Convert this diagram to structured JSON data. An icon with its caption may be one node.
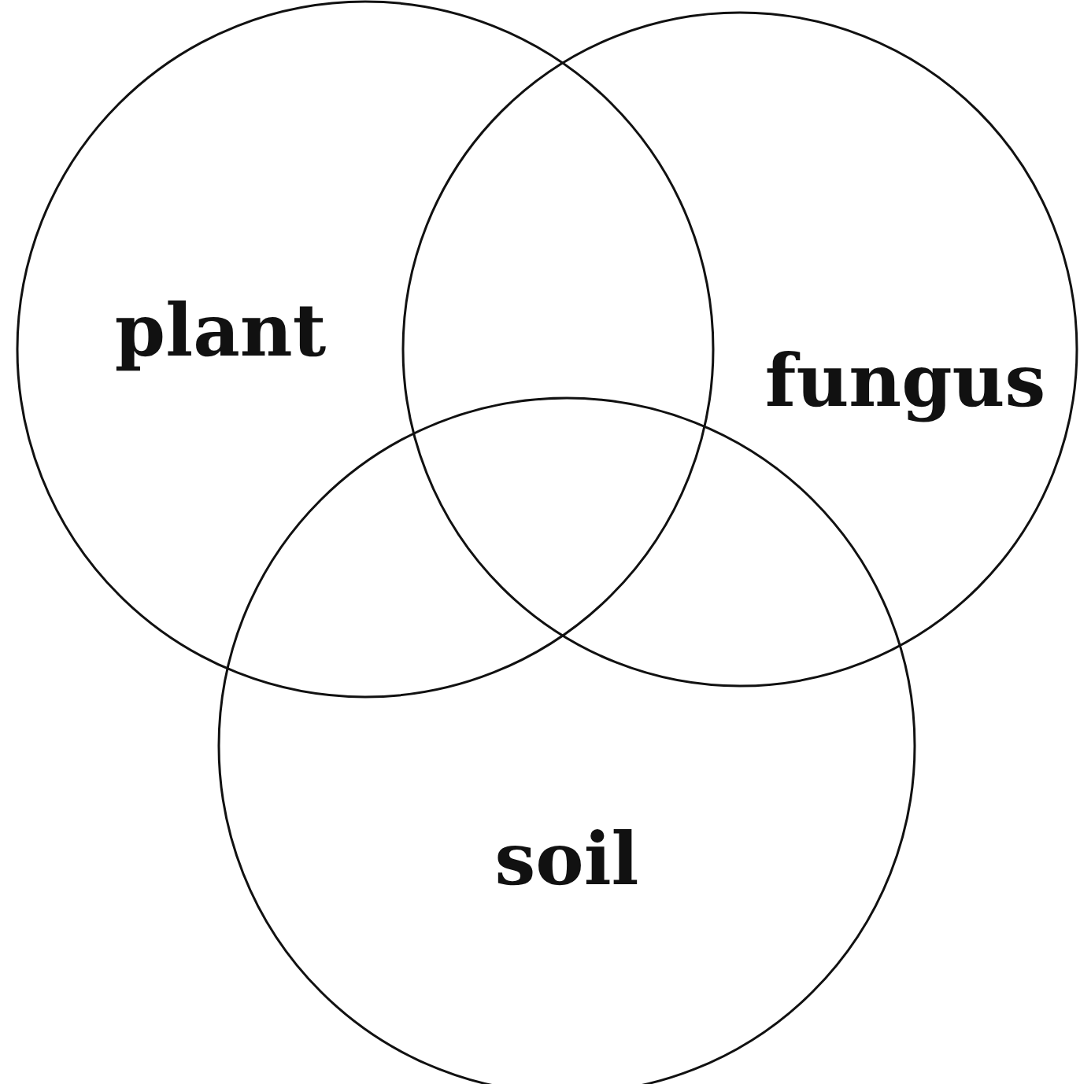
{
  "diagram": {
    "nodes": [
      {
        "text": [
          "plant"
        ]
      },
      {
        "text": [
          "fungus"
        ]
      },
      {
        "text": [
          "soil"
        ]
      }
    ]
  }
}
